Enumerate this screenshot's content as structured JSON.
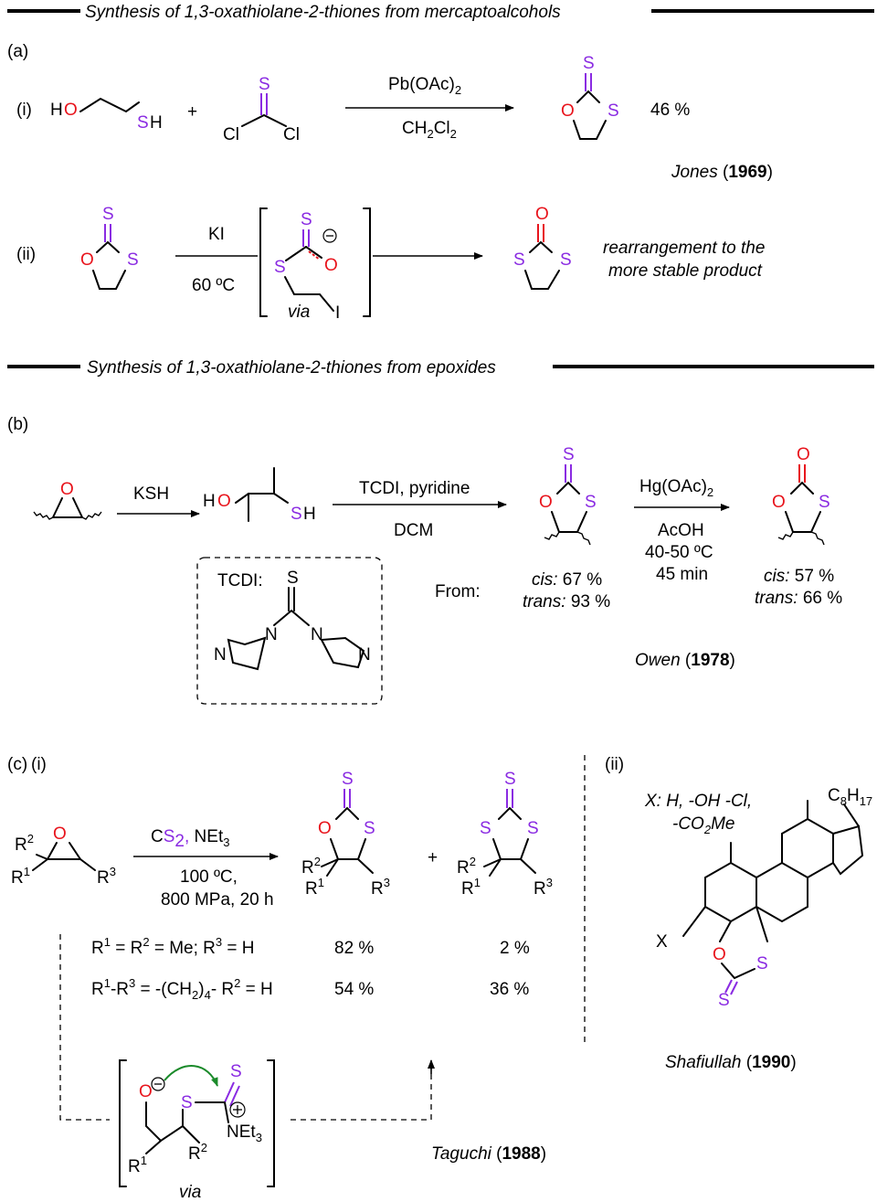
{
  "headers": {
    "mercapto": "Synthesis of 1,3-oxathiolane-2-thiones from mercaptoalcohols",
    "epoxide": "Synthesis of 1,3-oxathiolane-2-thiones from epoxides"
  },
  "part_a": {
    "label": "(a)",
    "i": {
      "label": "(i)",
      "reagent_above": "Pb(OAc)2",
      "reagent_below": "CH2Cl2",
      "plus": "+",
      "yield": "46 %",
      "ref_author": "Jones",
      "ref_year": "1969"
    },
    "ii": {
      "label": "(ii)",
      "reagent_above": "KI",
      "reagent_below": "60 ºC",
      "via": "via",
      "note_line1": "rearrangement to the",
      "note_line2": "more stable product"
    }
  },
  "part_b": {
    "label": "(b)",
    "step1": "KSH",
    "step2_above": "TCDI, pyridine",
    "step2_below": "DCM",
    "step3_above": "Hg(OAc)2",
    "step3_below": [
      "AcOH",
      "40-50 ºC",
      "45 min"
    ],
    "from_label": "From:",
    "cis_label": "cis:",
    "trans_label": "trans:",
    "thione_yields": {
      "cis": "67 %",
      "trans": "93 %"
    },
    "one_yields": {
      "cis": "57 %",
      "trans": "66 %"
    },
    "tcdi_label": "TCDI:",
    "ref_author": "Owen",
    "ref_year": "1978"
  },
  "part_c": {
    "label": "(c)",
    "i_label": "(i)",
    "ii_label": "(ii)",
    "conditions_above": "CS2, NEt3",
    "conditions_below": [
      "100 ºC,",
      "800 MPa, 20 h"
    ],
    "plus": "+",
    "rows": [
      {
        "substituents": "R1 = R2 = Me; R3 = H",
        "yield_a": "82 %",
        "yield_b": "2 %"
      },
      {
        "substituents": "R1-R3 = -(CH2)4- R2 = H",
        "yield_a": "54 %",
        "yield_b": "36 %"
      }
    ],
    "via": "via",
    "ref_author": "Taguchi",
    "ref_year": "1988",
    "x_line1": "X:  H, -OH -Cl,",
    "x_line2": "-CO2Me",
    "chain": "C8H17",
    "ref2_author": "Shafiullah",
    "ref2_year": "1990"
  },
  "colors": {
    "oxygen": "#e8141c",
    "sulfur": "#8a2be2",
    "curved_arrow": "#1a8a2a"
  }
}
